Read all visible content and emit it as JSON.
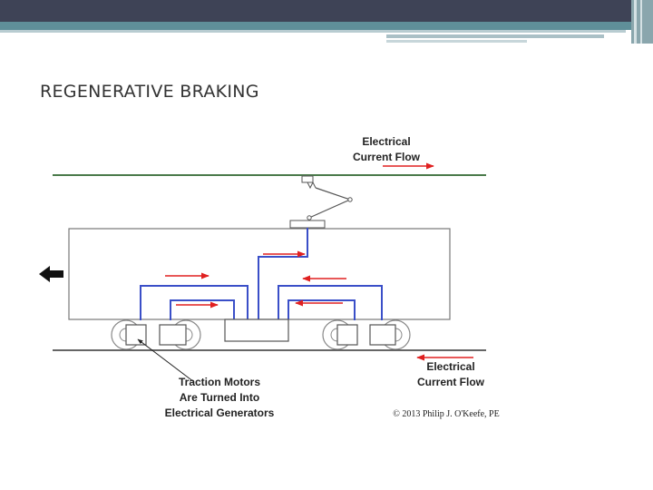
{
  "slide": {
    "title": "REGENERATIVE BRAKING"
  },
  "diagram": {
    "label_top_line1": "Electrical",
    "label_top_line2": "Current Flow",
    "label_bottom_line1": "Electrical",
    "label_bottom_line2": "Current Flow",
    "label_motors_line1": "Traction Motors",
    "label_motors_line2": "Are Turned Into",
    "label_motors_line3": "Electrical Generators",
    "copyright": "© 2013 Philip J. O'Keefe, PE"
  },
  "colors": {
    "header_dark": "#3e4356",
    "header_teal": "#5f8f99",
    "overhead_wire": "#4a7a4a",
    "circuit_wire": "#3a4fc8",
    "current_arrow": "#e02020"
  }
}
